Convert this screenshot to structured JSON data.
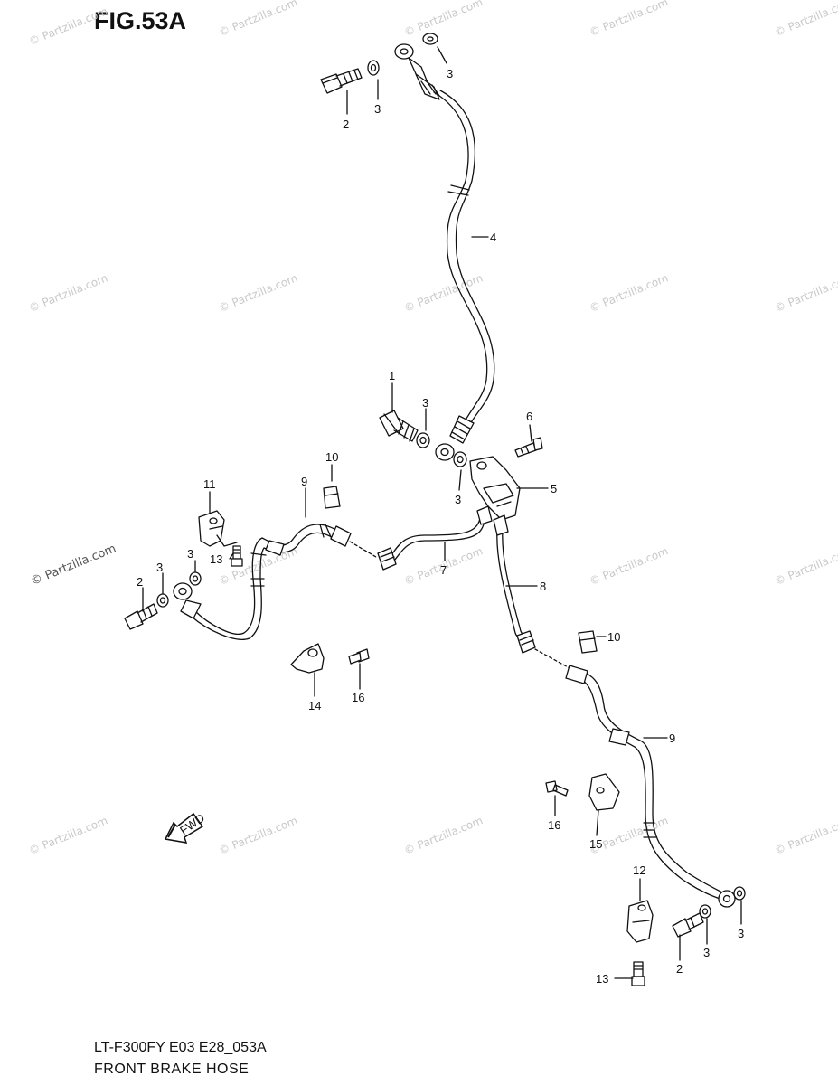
{
  "figure": {
    "title": "FIG.53A",
    "model_code": "LT-F300FY E03 E28_053A",
    "section_name": "FRONT BRAKE  HOSE",
    "fwd_label": "FWD"
  },
  "watermark": {
    "text": "© Partzilla.com"
  },
  "callouts": {
    "c1": "1",
    "c2_top": "2",
    "c2_left": "2",
    "c2_right": "2",
    "c3_top_right": "3",
    "c3_top_mid": "3",
    "c3_center": "3",
    "c3_center_low": "3",
    "c3_left_a": "3",
    "c3_left_b": "3",
    "c3_right_a": "3",
    "c3_right_b": "3",
    "c4": "4",
    "c5": "5",
    "c6": "6",
    "c7": "7",
    "c8": "8",
    "c9_left": "9",
    "c9_right": "9",
    "c10_left": "10",
    "c10_right": "10",
    "c11": "11",
    "c12": "12",
    "c13_left": "13",
    "c13_right": "13",
    "c14": "14",
    "c15": "15",
    "c16_left": "16",
    "c16_right": "16"
  }
}
